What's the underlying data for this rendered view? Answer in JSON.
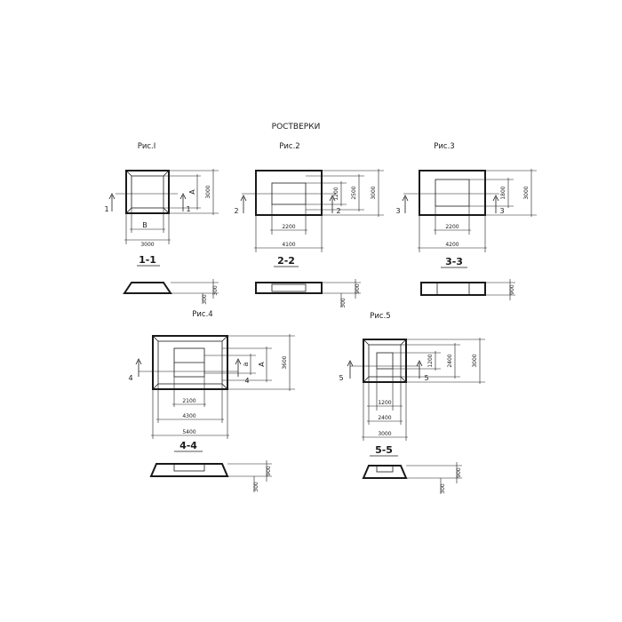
{
  "title": "РОСТВЕРКИ",
  "figures": {
    "fig1": {
      "label": "Рис.I",
      "dim_width": "3000",
      "dim_height": "3000",
      "inner_width_letter": "B",
      "inner_height_letter": "A",
      "section_mark": "1",
      "section_title": "1-1",
      "section_dims": [
        "300",
        "300"
      ]
    },
    "fig2": {
      "label": "Рис.2",
      "dim_width": "4100",
      "dim_inner_width": "2200",
      "dim_height": "3000",
      "dim_mid_height": "2500",
      "dim_inner_height": "1200",
      "section_mark": "2",
      "section_title": "2-2",
      "section_dims": [
        "900",
        "300"
      ]
    },
    "fig3": {
      "label": "Рис.3",
      "dim_width": "4200",
      "dim_inner_width": "2200",
      "dim_height": "3000",
      "dim_inner_height": "1800",
      "section_mark": "3",
      "section_title": "3-3",
      "section_dims": [
        "900"
      ]
    },
    "fig4": {
      "label": "Рис.4",
      "dim_width": "5400",
      "dim_mid_width": "4300",
      "dim_inner_width": "2100",
      "dim_height": "3600",
      "inner_height_letter_a": "a",
      "inner_height_letter_A": "A",
      "section_mark": "4",
      "section_title": "4-4",
      "section_dims": [
        "900",
        "300"
      ]
    },
    "fig5": {
      "label": "Рис.5",
      "dim_width": "3000",
      "dim_mid_width": "2400",
      "dim_inner_width": "1200",
      "dim_height": "3000",
      "dim_mid_height": "2400",
      "dim_inner_height": "1200",
      "section_mark": "5",
      "section_title": "5-5",
      "section_dims": [
        "900",
        "300"
      ]
    }
  }
}
